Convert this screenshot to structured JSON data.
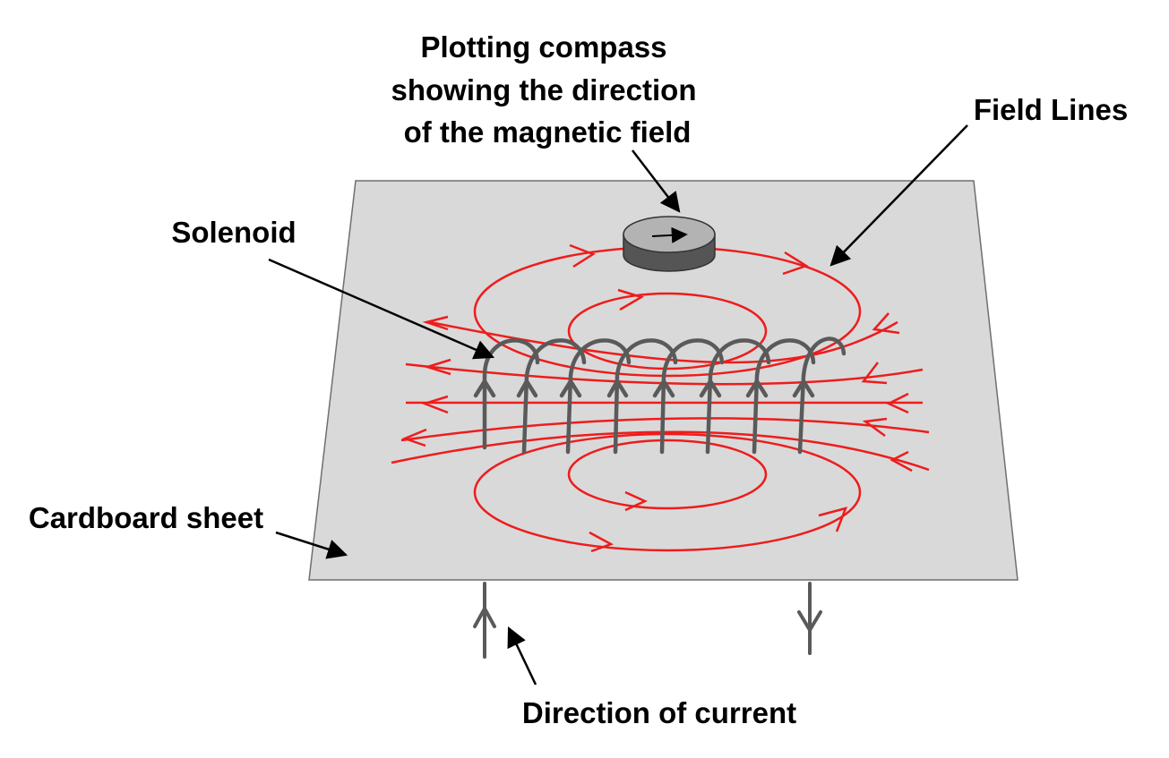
{
  "labels": {
    "compass_line1": "Plotting compass",
    "compass_line2": "showing the direction",
    "compass_line3": "of the magnetic field",
    "field_lines": "Field Lines",
    "solenoid": "Solenoid",
    "cardboard": "Cardboard sheet",
    "current": "Direction of current"
  },
  "colors": {
    "sheet": "#d9d9d9",
    "sheet_border": "#6f6f6f",
    "field_line": "#ee1c1c",
    "coil": "#5a5a5a",
    "compass_top": "#b3b3b3",
    "compass_side": "#555555",
    "pointer": "#000000"
  },
  "icons": {
    "compass": "plotting-compass-icon",
    "current_arrow": "arrow-icon"
  }
}
